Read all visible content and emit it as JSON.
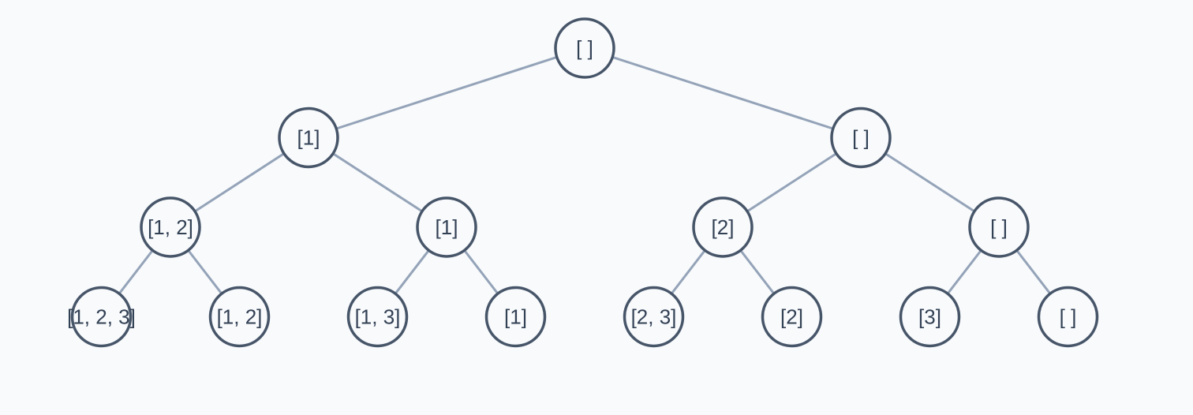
{
  "tree": {
    "root": {
      "label": "[ ]",
      "children": [
        {
          "label": "[1]",
          "children": [
            {
              "label": "[1, 2]",
              "children": [
                {
                  "label": "[1, 2, 3]",
                  "children": []
                },
                {
                  "label": "[1, 2]",
                  "children": []
                }
              ]
            },
            {
              "label": "[1]",
              "children": [
                {
                  "label": "[1, 3]",
                  "children": []
                },
                {
                  "label": "[1]",
                  "children": []
                }
              ]
            }
          ]
        },
        {
          "label": "[ ]",
          "children": [
            {
              "label": "[2]",
              "children": [
                {
                  "label": "[2, 3]",
                  "children": []
                },
                {
                  "label": "[2]",
                  "children": []
                }
              ]
            },
            {
              "label": "[ ]",
              "children": [
                {
                  "label": "[3]",
                  "children": []
                },
                {
                  "label": "[ ]",
                  "children": []
                }
              ]
            }
          ]
        }
      ]
    }
  },
  "colors": {
    "background": "#f8fafc",
    "edge": "#94a3b8",
    "node_stroke": "#475569",
    "label": "#334155"
  }
}
